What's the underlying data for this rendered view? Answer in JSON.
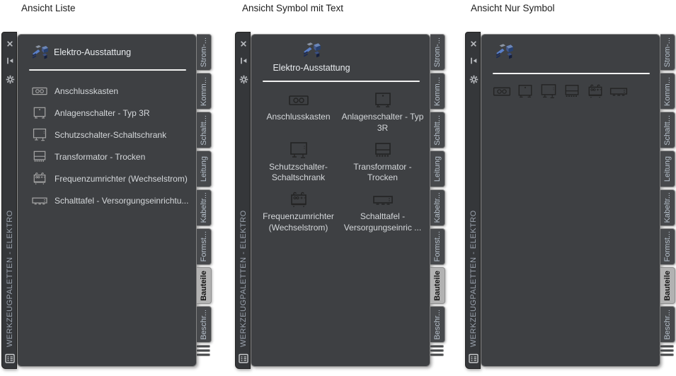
{
  "view_titles": [
    "Ansicht Liste",
    "Ansicht Symbol mit Text",
    "Ansicht Nur Symbol"
  ],
  "palette": {
    "window_title": "WERKZEUGPALETTEN - ELEKTRO",
    "group_header": "Elektro-Ausstattung",
    "tabs": [
      {
        "label": "Strom-...",
        "active": false
      },
      {
        "label": "Komm...",
        "active": false
      },
      {
        "label": "Schaltt...",
        "active": false
      },
      {
        "label": "Leitung",
        "active": false
      },
      {
        "label": "Kabeltr...",
        "active": false
      },
      {
        "label": "Formst...",
        "active": false
      },
      {
        "label": "Bauteile",
        "active": true
      },
      {
        "label": "Beschr...",
        "active": false
      }
    ],
    "tools": [
      {
        "icon": "junction-box-icon",
        "list_label": "Anschlusskasten",
        "grid_label": "Anschlusskasten"
      },
      {
        "icon": "equipment-switch-icon",
        "list_label": "Anlagenschalter - Typ 3R",
        "grid_label": "Anlagenschalter - Typ 3R"
      },
      {
        "icon": "breaker-cabinet-icon",
        "list_label": "Schutzschalter-Schaltschrank",
        "grid_label": "Schutzschalter- Schaltschrank"
      },
      {
        "icon": "transformer-icon",
        "list_label": "Transformator - Trocken",
        "grid_label": "Transformator - Trocken"
      },
      {
        "icon": "frequency-converter-icon",
        "list_label": "Frequenzumrichter (Wechselstrom)",
        "grid_label": "Frequenzumrichter (Wechselstrom)"
      },
      {
        "icon": "panelboard-icon",
        "list_label": "Schalttafel  - Versorgungseinrichtu...",
        "grid_label": "Schalttafel - Versorgungseinric ..."
      }
    ]
  },
  "colors": {
    "panel-bg": "#3e4043",
    "strip-bg": "#35373a",
    "tab-bg": "#47494c",
    "tab-text": "#b6c0cb",
    "tab-active-bg": "#b2b2b2",
    "item-text": "#d5d8db",
    "header-text": "#e8ebee",
    "vtitle-color": "#9aa2ad",
    "separator": "#f2f2f2",
    "icon-light": "#a4a4a4",
    "icon-dark": "#242424"
  }
}
